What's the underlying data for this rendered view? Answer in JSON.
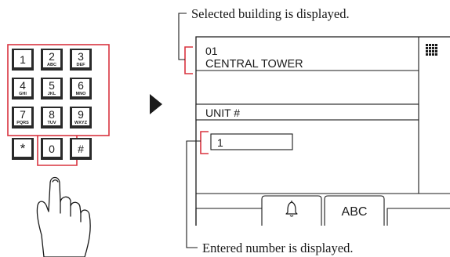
{
  "callouts": {
    "top": "Selected building is displayed.",
    "bottom": "Entered number is displayed."
  },
  "keypad": {
    "keys": [
      {
        "digit": "1",
        "letters": ""
      },
      {
        "digit": "2",
        "letters": "ABC"
      },
      {
        "digit": "3",
        "letters": "DEF"
      },
      {
        "digit": "4",
        "letters": "GHI"
      },
      {
        "digit": "5",
        "letters": "JKL"
      },
      {
        "digit": "6",
        "letters": "MNO"
      },
      {
        "digit": "7",
        "letters": "PQRS"
      },
      {
        "digit": "8",
        "letters": "TUV"
      },
      {
        "digit": "9",
        "letters": "WXYZ"
      },
      {
        "digit": "*",
        "letters": ""
      },
      {
        "digit": "0",
        "letters": ""
      },
      {
        "digit": "#",
        "letters": ""
      }
    ]
  },
  "screen": {
    "building_number": "01",
    "building_name": "CENTRAL TOWER",
    "unit_label": "UNIT #",
    "unit_value": "1",
    "abc_label": "ABC",
    "keypad_icon": "keypad-grid-icon",
    "bell_icon": "bell-icon"
  },
  "colors": {
    "highlight": "#d9333f",
    "line": "#1a1a1a"
  }
}
